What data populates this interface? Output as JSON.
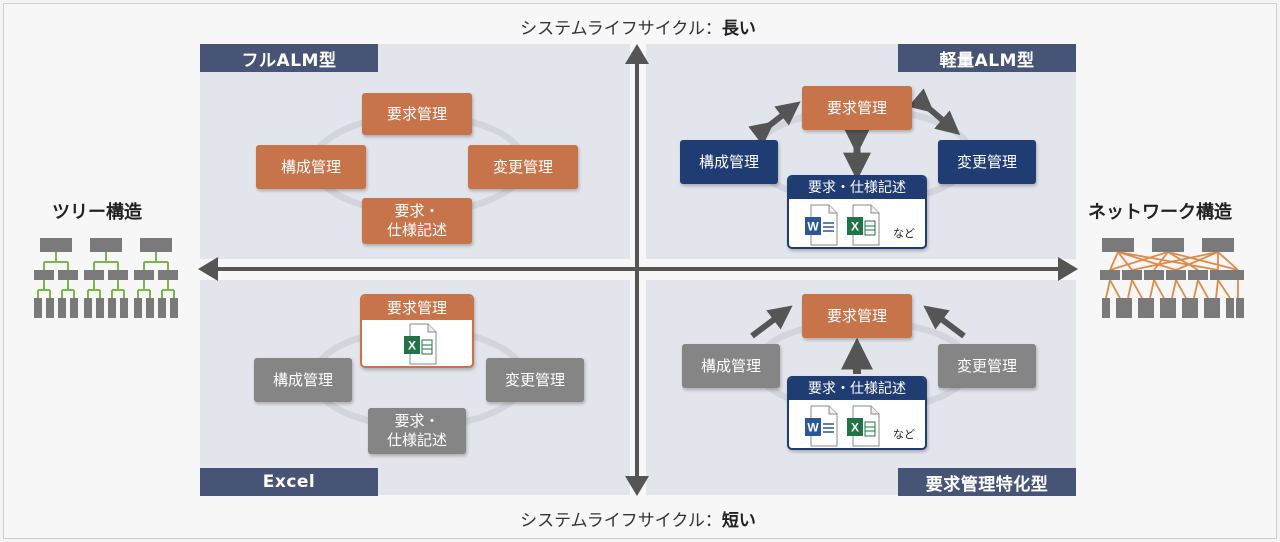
{
  "axis": {
    "top_prefix": "システムライフサイクル：",
    "top_emph": "長い",
    "bottom_prefix": "システムライフサイクル：",
    "bottom_emph": "短い",
    "left": "ツリー構造",
    "right": "ネットワーク構造"
  },
  "quadrants": {
    "full_alm": {
      "label": "フルALM型",
      "req": "要求管理",
      "config": "構成管理",
      "change": "変更管理",
      "spec_line1": "要求・",
      "spec_line2": "仕様記述"
    },
    "light_alm": {
      "label": "軽量ALM型",
      "req": "要求管理",
      "config": "構成管理",
      "change": "変更管理",
      "spec_header": "要求・仕様記述",
      "etc": "など"
    },
    "excel": {
      "label": "Excel",
      "req": "要求管理",
      "config": "構成管理",
      "change": "変更管理",
      "spec_line1": "要求・",
      "spec_line2": "仕様記述"
    },
    "req_specialized": {
      "label": "要求管理特化型",
      "req": "要求管理",
      "config": "構成管理",
      "change": "変更管理",
      "spec_header": "要求・仕様記述",
      "etc": "など"
    }
  },
  "icons": {
    "word_letter": "W",
    "excel_letter": "X"
  },
  "colors": {
    "orange": "#c8744a",
    "navy": "#1f3c73",
    "gray": "#858585",
    "label_bar": "#475475",
    "tree_green": "#7ab648",
    "network_orange": "#e08a4a",
    "word_blue": "#2b579a",
    "excel_green": "#217346"
  }
}
